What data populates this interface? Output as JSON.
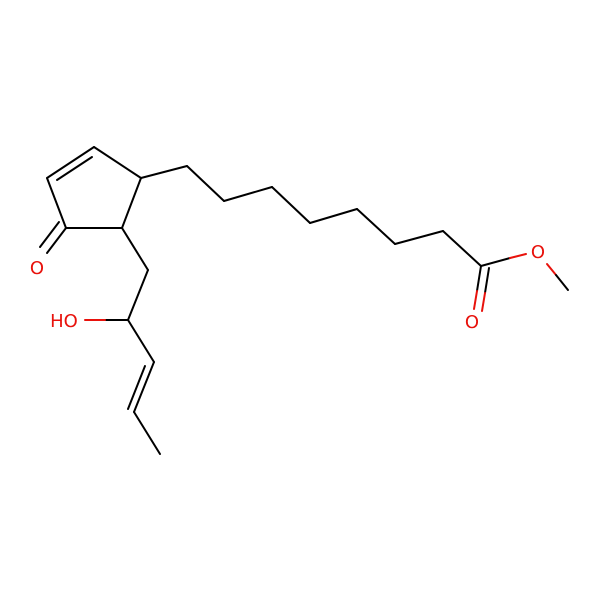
{
  "colors": {
    "bond": "#000000",
    "heteroatom_oxygen": "#e8120c",
    "background": "#ffffff"
  },
  "atom_labels": {
    "ring_ketone_oxygen": "O",
    "hydroxyl": "HO",
    "ester_carbonyl_oxygen": "O",
    "ester_ether_oxygen": "O"
  }
}
